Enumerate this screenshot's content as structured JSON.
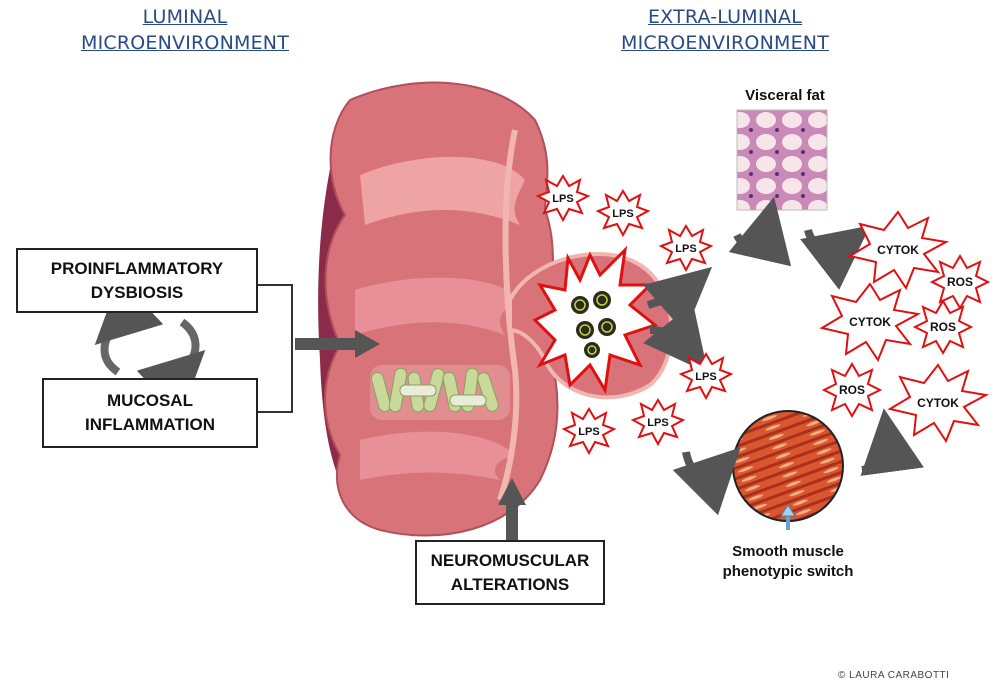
{
  "headings": {
    "luminal_line1": "LUMINAL",
    "luminal_line2": "MICROENVIRONMENT",
    "extra_line1": "EXTRA-LUMINAL",
    "extra_line2": "MICROENVIRONMENT"
  },
  "boxes": {
    "dysbiosis_line1": "PROINFLAMMATORY",
    "dysbiosis_line2": "DYSBIOSIS",
    "inflammation_line1": "MUCOSAL",
    "inflammation_line2": "INFLAMMATION",
    "neuro_line1": "NEUROMUSCULAR",
    "neuro_line2": "ALTERATIONS"
  },
  "labels": {
    "visceral_fat": "Visceral fat",
    "smooth_muscle_line1": "Smooth muscle",
    "smooth_muscle_line2": "phenotypic switch",
    "lps": "LPS",
    "cytok": "CYTOK",
    "ros": "ROS"
  },
  "copyright": "© LAURA CARABOTTI",
  "colors": {
    "heading": "#2a4a86",
    "gut_pink": "#d9737a",
    "gut_dark": "#8c2a4a",
    "burst_red": "#e01010",
    "arrow_gray": "#555555"
  }
}
